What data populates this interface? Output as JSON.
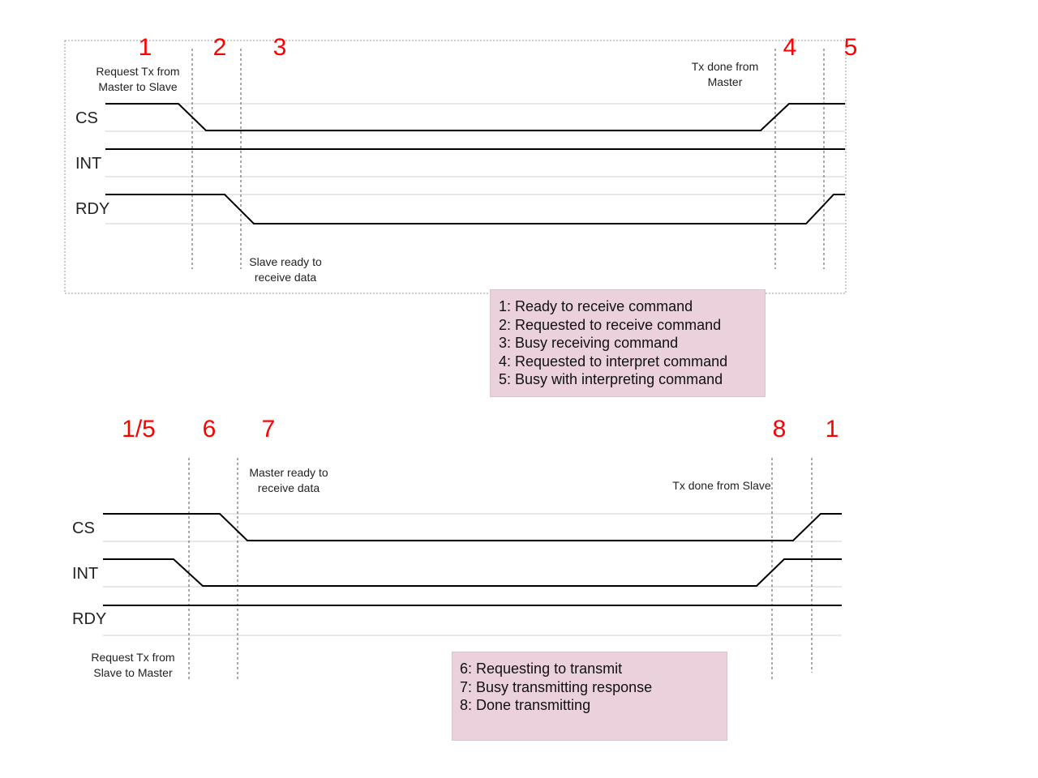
{
  "top_diagram": {
    "markers": [
      "1",
      "2",
      "3",
      "4",
      "5"
    ],
    "annotations": {
      "request_tx": [
        "Request Tx from",
        "Master to Slave"
      ],
      "slave_ready": [
        "Slave ready to",
        "receive data"
      ],
      "tx_done": [
        "Tx done from",
        "Master"
      ]
    },
    "signals": [
      "CS",
      "INT",
      "RDY"
    ],
    "legend": [
      "1: Ready to receive command",
      "2: Requested to receive command",
      "3: Busy receiving command",
      "4: Requested to interpret command",
      "5: Busy with interpreting command"
    ]
  },
  "bottom_diagram": {
    "markers": [
      "1/5",
      "6",
      "7",
      "8",
      "1"
    ],
    "annotations": {
      "master_ready": [
        "Master ready to",
        "receive data"
      ],
      "tx_done": [
        "Tx done from Slave"
      ],
      "request_tx": [
        "Request Tx from",
        "Slave to Master"
      ]
    },
    "signals": [
      "CS",
      "INT",
      "RDY"
    ],
    "legend": [
      "6: Requesting to transmit",
      "7: Busy transmitting response",
      "8: Done transmitting"
    ]
  },
  "colors": {
    "marker": "#ff0000",
    "signal": "#000000",
    "guide": "#d0d0d0",
    "legend_bg": "#ead1dc"
  }
}
